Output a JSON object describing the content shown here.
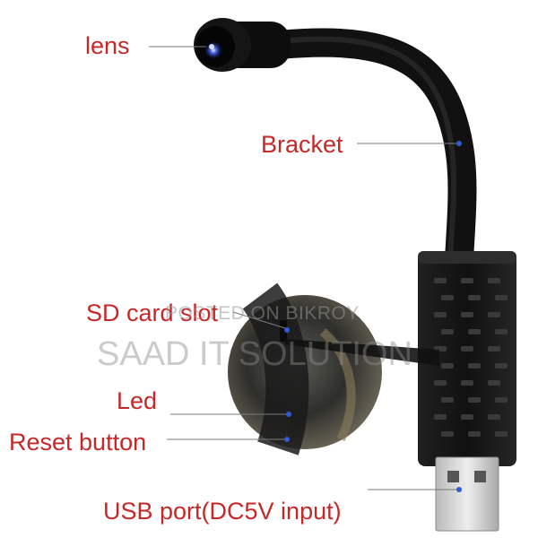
{
  "labels": {
    "lens": "lens",
    "bracket": "Bracket",
    "sd_card_slot": "SD card slot",
    "led": "Led",
    "reset_button": "Reset button",
    "usb_port": "USB port(DC5V input)"
  },
  "watermark": {
    "posted": "POSTED ON BIKROY",
    "seller": "SAAD IT SOLUTION"
  },
  "colors": {
    "label": "#c62828",
    "body": "#141414",
    "leader": "#7a7a7a",
    "dot": "#2f5bd8"
  }
}
